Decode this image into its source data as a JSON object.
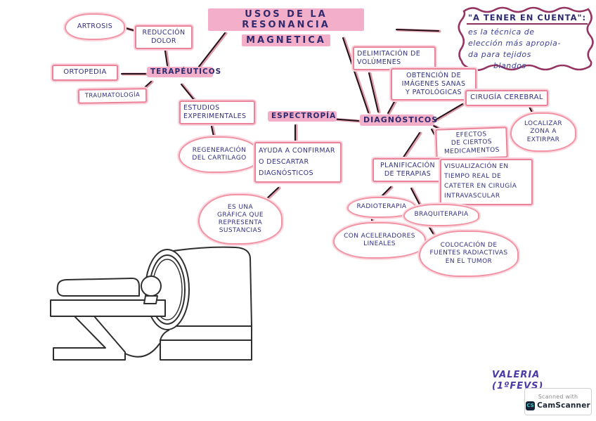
{
  "title": {
    "line1": "USOS DE LA RESONANCIA",
    "line2": "MAGNETICA"
  },
  "note": {
    "heading": "\"A TENER EN CUENTA\":",
    "body": "es la técnica de\nelección más apropia-\nda para tejidos\n         blandos"
  },
  "nodes": {
    "terapeuticos": "TERAPÉUTICOS",
    "artrosis": "ARTROSIS",
    "reduccion_dolor": "REDUCCIÓN\nDOLOR",
    "ortopedia": "ORTOPEDIA",
    "traumatologia": "TRAUMATOLOGÍA",
    "estudios_experimentales": "ESTUDIOS\nEXPERIMENTALES",
    "regeneracion_cartilago": "REGENERACIÓN\nDEL CARTILAGO",
    "espectropia": "ESPECTROPÍA",
    "ayuda_confirmar": "AYUDA A CONFIRMAR\nO DESCARTAR\nDIAGNÓSTICOS",
    "grafica_sustancias": "ES UNA\nGRÁFICA QUE\nREPRESENTA\nSUSTANCIAS",
    "diagnosticos": "DIAGNÓSTICOS",
    "delimitacion_volumenes": "DELIMITACIÓN DE\nVOLÚMENES",
    "obtencion_imagenes": "OBTENCIÓN DE\nIMÁGENES SANAS\nY PATOLÓGICAS",
    "cirugia_cerebral": "CIRUGÍA CEREBRAL",
    "localizar_zona": "LOCALIZAR\nZONA A\nEXTIRPAR",
    "efectos_medicamentos": "EFECTOS\nDE CIERTOS\nMEDICAMENTOS",
    "planificacion_terapias": "PLANIFICACIÓN\nDE TERAPIAS",
    "visualizacion_cateter": "VISUALIZACIÓN EN\nTIEMPO REAL DE\nCATETER EN CIRUGÍA\nINTRAVASCULAR",
    "radioterapia": "RADIOTERAPIA",
    "braquiterapia": "BRAQUITERAPIA",
    "aceleradores_lineales": "CON ACELERADORES\nLINEALES",
    "colocacion_fuentes": "COLOCACIÓN DE\nFUENTES RADIACTIVAS\nEN EL TUMOR"
  },
  "footer": {
    "signature": "VALERIA (1ºFEVS)",
    "scanned_with": "Scanned with",
    "brand": "CamScanner",
    "brand_icon": "CS"
  },
  "colors": {
    "highlight_pink": "#f3aec9",
    "box_border_pink": "#ea8399",
    "note_border_maroon": "#953463",
    "ink_blue": "#32317f",
    "connector_dark": "#241019",
    "connector_red": "#c44f66"
  }
}
